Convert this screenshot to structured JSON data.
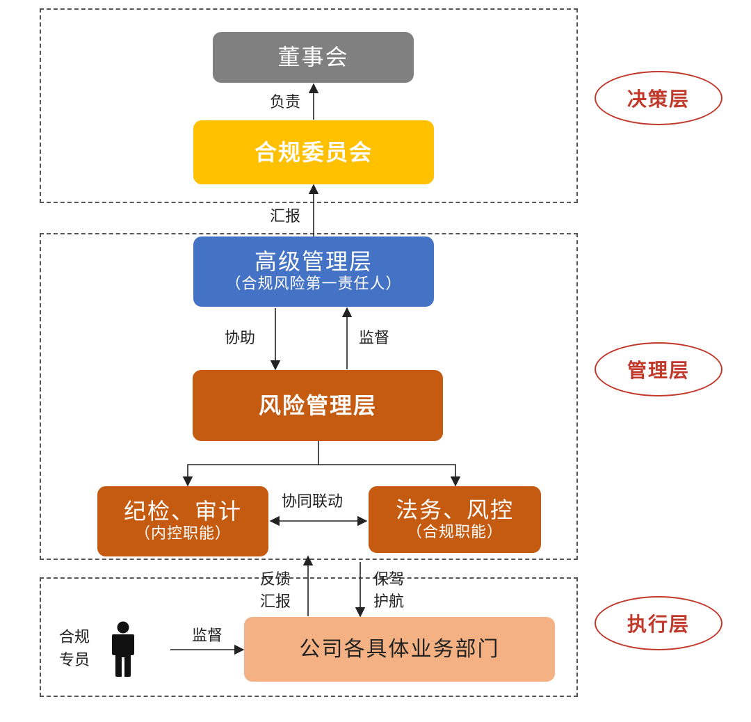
{
  "colors": {
    "board": "#808080",
    "committee": "#ffc000",
    "senior": "#4472c4",
    "risk": "#c55a11",
    "business": "#f4b183",
    "badge": "#c0392b"
  },
  "layers": {
    "decision": "决策层",
    "management": "管理层",
    "execution": "执行层"
  },
  "nodes": {
    "board": "董事会",
    "committee": "合规委员会",
    "senior_title": "高级管理层",
    "senior_sub": "（合规风险第一责任人）",
    "risk": "风险管理层",
    "audit_title": "纪检、审计",
    "audit_sub": "（内控职能）",
    "legal_title": "法务、风控",
    "legal_sub": "（合规职能）",
    "business": "公司各具体业务部门"
  },
  "edges": {
    "responsible": "负责",
    "report": "汇报",
    "assist": "协助",
    "supervise_up": "监督",
    "coordinate": "协同联动",
    "feedback_1": "反馈",
    "feedback_2": "汇报",
    "escort_1": "保驾",
    "escort_2": "护航",
    "supervise_staff": "监督"
  },
  "staff": {
    "line1": "合规",
    "line2": "专员",
    "icon": "person-icon"
  }
}
